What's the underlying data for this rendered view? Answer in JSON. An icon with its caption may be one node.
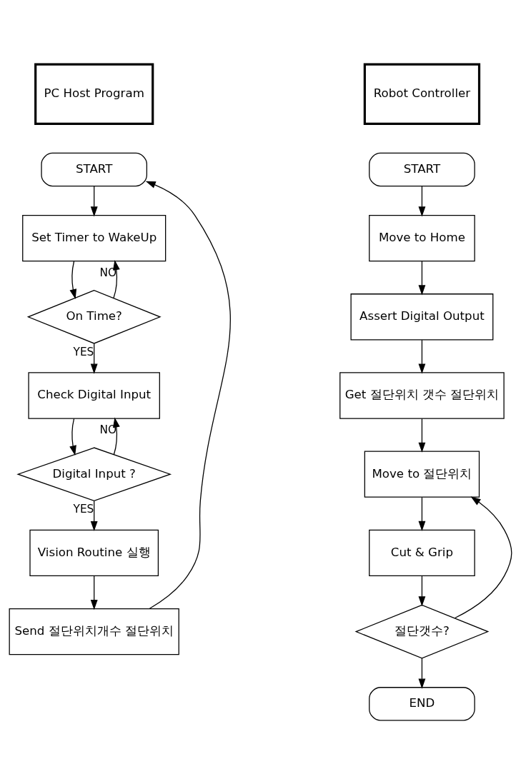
{
  "diagram": {
    "nodes": [
      {
        "text": [
          "PC Host Program"
        ]
      },
      {
        "text": [
          "START"
        ]
      },
      {
        "text": [
          "Set Timer to WakeUp"
        ]
      },
      {
        "text": [
          "On Time?"
        ]
      },
      {
        "text": [
          "Check Digital Input"
        ]
      },
      {
        "text": [
          "Digital Input ?"
        ]
      },
      {
        "text": [
          "Vision Routine 실행"
        ]
      },
      {
        "text": [
          "Send 절단위치개수 절단위치"
        ]
      },
      {
        "text": [
          "Robot Controller"
        ]
      },
      {
        "text": [
          "START"
        ]
      },
      {
        "text": [
          "Move to Home"
        ]
      },
      {
        "text": [
          "Assert Digital Output"
        ]
      },
      {
        "text": [
          "Get 절단위치 갯수 절단위치"
        ]
      },
      {
        "text": [
          "Move to 절단위치"
        ]
      },
      {
        "text": [
          "Cut & Grip"
        ]
      },
      {
        "text": [
          "절단갯수?"
        ]
      },
      {
        "text": [
          "END"
        ]
      }
    ],
    "edges": [
      {
        "from": 1,
        "to": 2,
        "arrow": "to"
      },
      {
        "from": 2,
        "to": 3,
        "arrow": "to"
      },
      {
        "from": 3,
        "to": 2,
        "arrow": "to",
        "label": "NO"
      },
      {
        "from": 3,
        "to": 4,
        "arrow": "to",
        "label": "YES"
      },
      {
        "from": 4,
        "to": 5,
        "arrow": "to"
      },
      {
        "from": 5,
        "to": 4,
        "arrow": "to",
        "label": "NO"
      },
      {
        "from": 5,
        "to": 6,
        "arrow": "to",
        "label": "YES"
      },
      {
        "from": 6,
        "to": 7,
        "arrow": "to"
      },
      {
        "from": 7,
        "to": 1,
        "arrow": "to"
      },
      {
        "from": 9,
        "to": 10,
        "arrow": "to"
      },
      {
        "from": 10,
        "to": 11,
        "arrow": "to"
      },
      {
        "from": 11,
        "to": 12,
        "arrow": "to"
      },
      {
        "from": 12,
        "to": 13,
        "arrow": "to"
      },
      {
        "from": 13,
        "to": 14,
        "arrow": "to"
      },
      {
        "from": 14,
        "to": 15,
        "arrow": "to"
      },
      {
        "from": 15,
        "to": 13,
        "arrow": "to"
      },
      {
        "from": 15,
        "to": 16,
        "arrow": "to"
      }
    ]
  }
}
